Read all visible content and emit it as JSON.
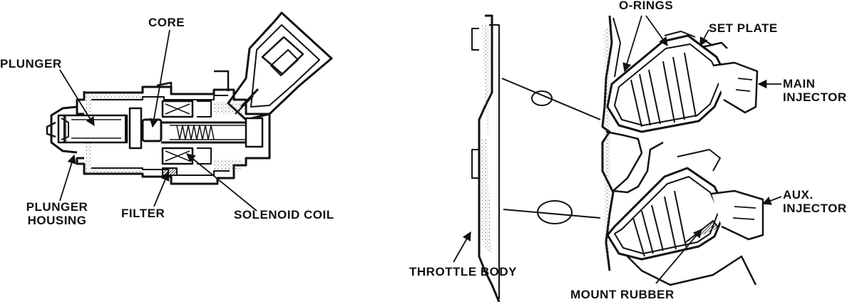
{
  "left_diagram": {
    "labels": {
      "core": "CORE",
      "plunger": "PLUNGER",
      "plunger_housing_line1": "PLUNGER",
      "plunger_housing_line2": "HOUSING",
      "filter": "FILTER",
      "solenoid_coil": "SOLENOID COIL"
    }
  },
  "right_diagram": {
    "labels": {
      "o_rings": "O-RINGS",
      "set_plate": "SET PLATE",
      "main_injector_line1": "MAIN",
      "main_injector_line2": "INJECTOR",
      "aux_injector_line1": "AUX.",
      "aux_injector_line2": "INJECTOR",
      "throttle_body": "THROTTLE BODY",
      "mount_rubber": "MOUNT RUBBER"
    }
  },
  "colors": {
    "ink": "#111111",
    "paper": "#ffffff",
    "stipple": "#555555"
  }
}
